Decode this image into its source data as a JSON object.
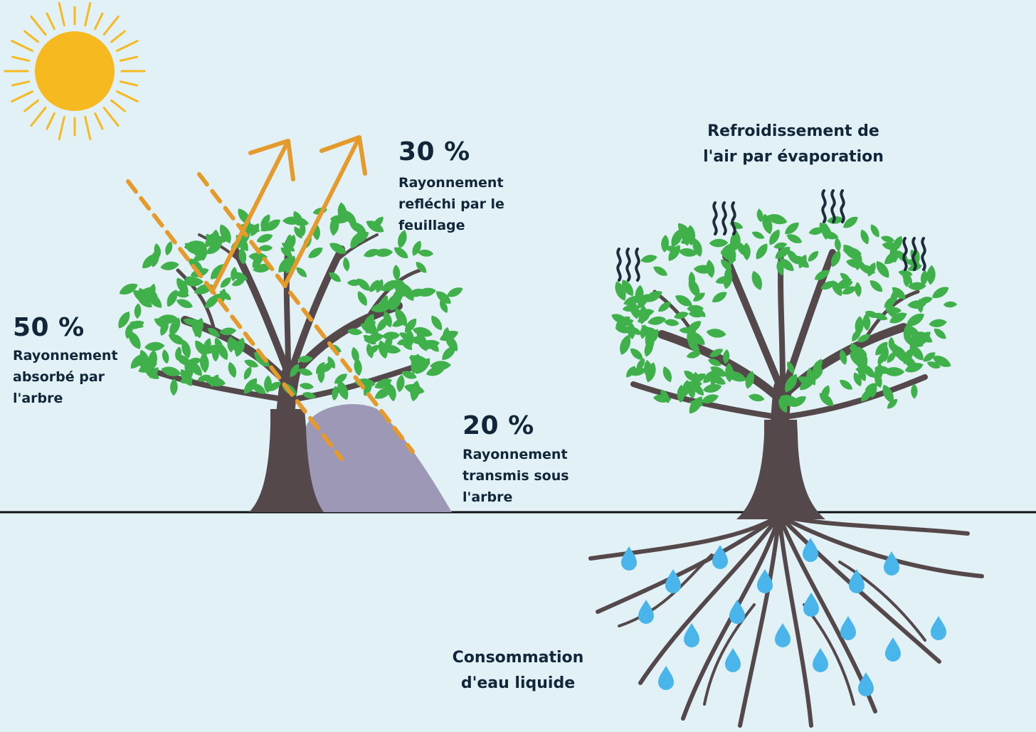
{
  "colors": {
    "background": "#e1f1f6",
    "sun": "#f6b91f",
    "arrow": "#e59a2c",
    "leaf": "#3fb04a",
    "trunk": "#54484a",
    "shadow": "#9c98b6",
    "water": "#49b5ea",
    "text": "#12263a",
    "vapor": "#1d2b3a"
  },
  "icons": [
    "sun-icon",
    "arrow-up-right-icon",
    "water-drop-icon",
    "vapor-wave-icon"
  ],
  "reflected": {
    "value": "30 %",
    "lines": [
      "Rayonnement",
      "refléchi par le",
      "feuillage"
    ]
  },
  "absorbed": {
    "value": "50 %",
    "lines": [
      "Rayonnement",
      "absorbé par",
      "l'arbre"
    ]
  },
  "transmitted": {
    "value": "20 %",
    "lines": [
      "Rayonnement",
      "transmis sous",
      "l'arbre"
    ]
  },
  "cooling": {
    "lines": [
      "Refroidissement de",
      "l'air par évaporation"
    ]
  },
  "water": {
    "lines": [
      "Consommation",
      "d'eau liquide"
    ]
  }
}
